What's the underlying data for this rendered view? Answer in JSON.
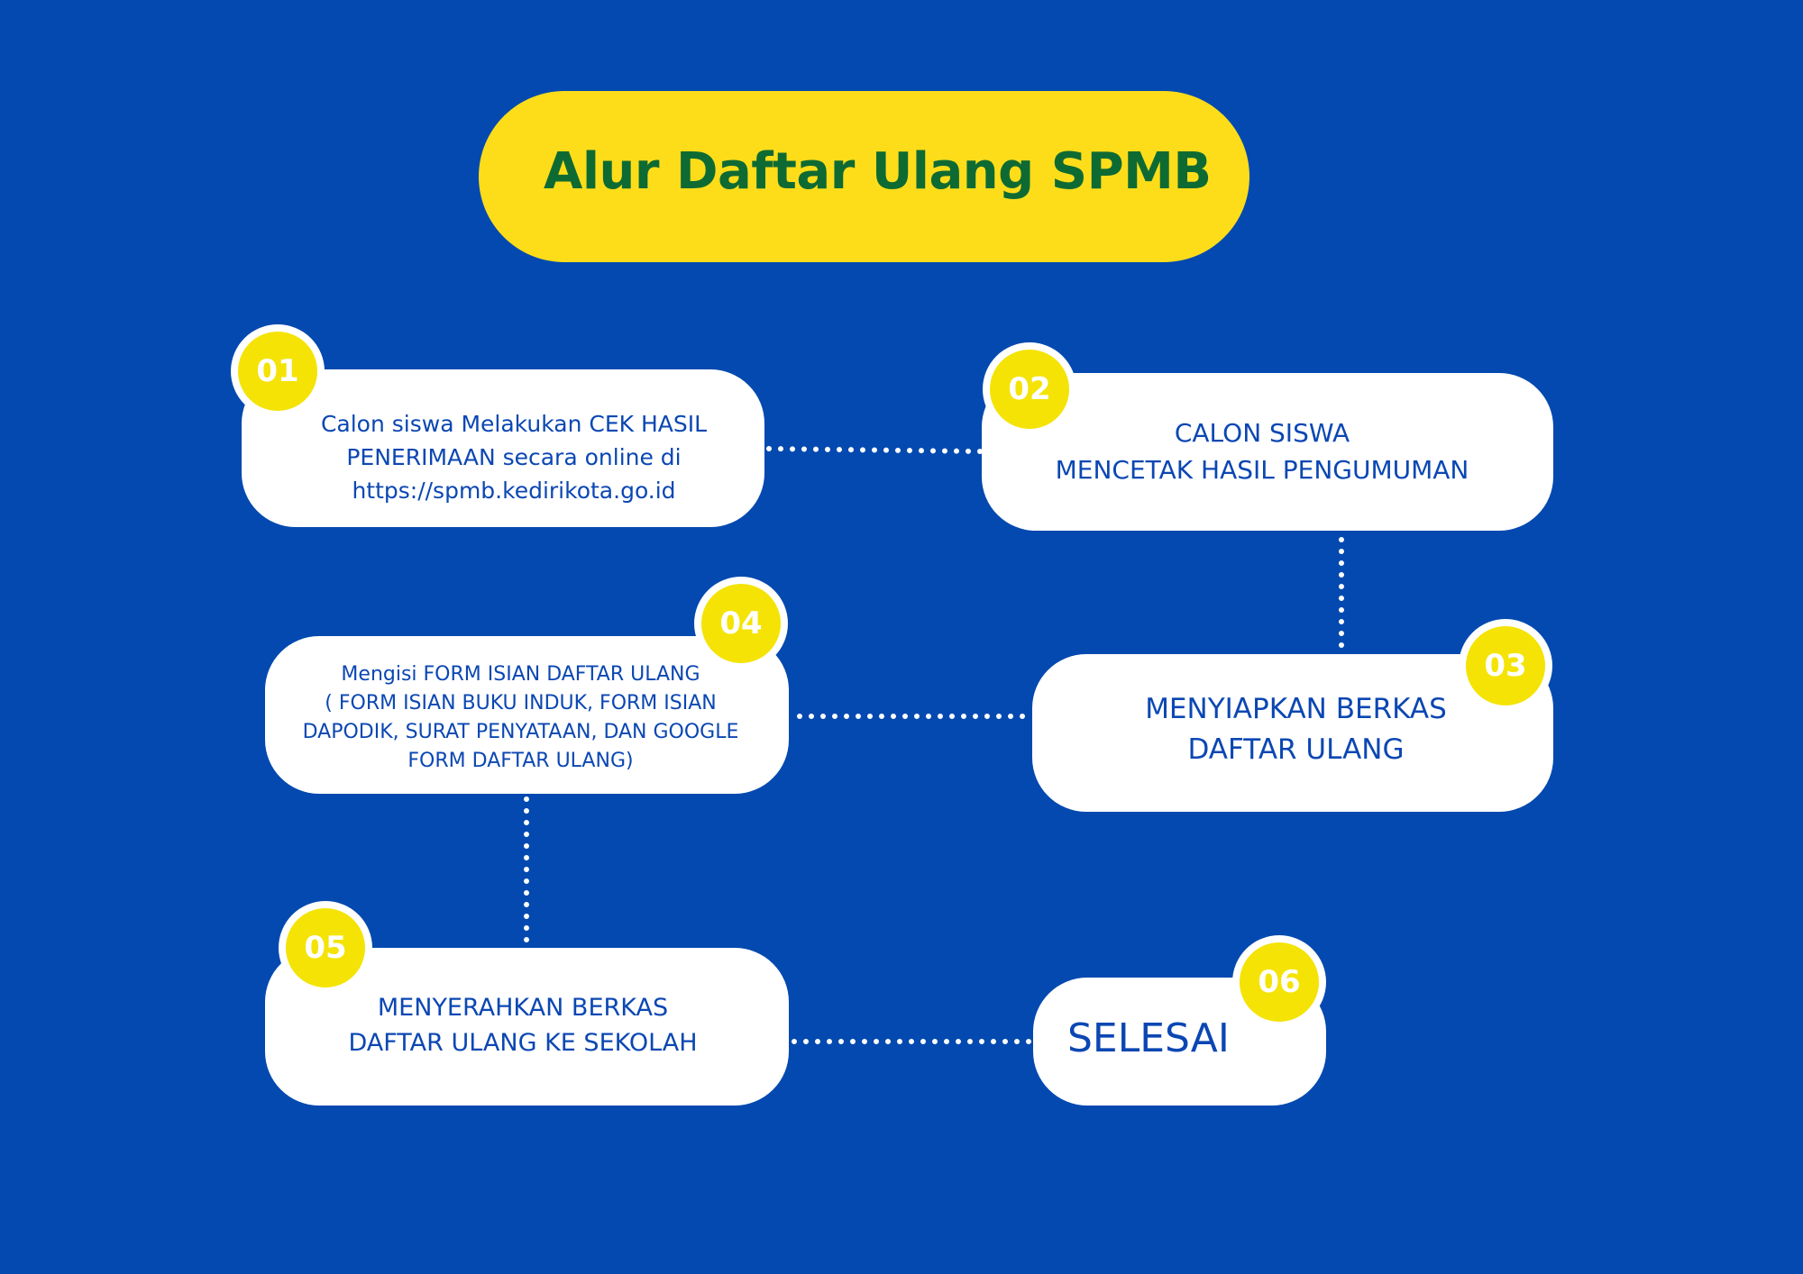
{
  "title": "Alur Daftar Ulang SPMB",
  "colors": {
    "background": "#0349B0",
    "title_pill": "#FDDD1A",
    "title_text": "#0E6A33",
    "card": "#FFFFFF",
    "card_text": "#0B47B3",
    "badge": "#F4E305",
    "connector": "#FFFFFF"
  },
  "steps": [
    {
      "number": "01",
      "text": "Calon siswa Melakukan CEK HASIL\nPENERIMAAN secara online di\nhttps://spmb.kedirikota.go.id"
    },
    {
      "number": "02",
      "text": "CALON SISWA\nMENCETAK HASIL PENGUMUMAN"
    },
    {
      "number": "03",
      "text": "MENYIAPKAN BERKAS\nDAFTAR ULANG"
    },
    {
      "number": "04",
      "text": "Mengisi FORM ISIAN DAFTAR ULANG\n( FORM ISIAN BUKU INDUK, FORM ISIAN\nDAPODIK, SURAT PENYATAAN, DAN GOOGLE\nFORM DAFTAR ULANG)"
    },
    {
      "number": "05",
      "text": "MENYERAHKAN BERKAS\nDAFTAR ULANG KE SEKOLAH"
    },
    {
      "number": "06",
      "text": "SELESAI"
    }
  ]
}
